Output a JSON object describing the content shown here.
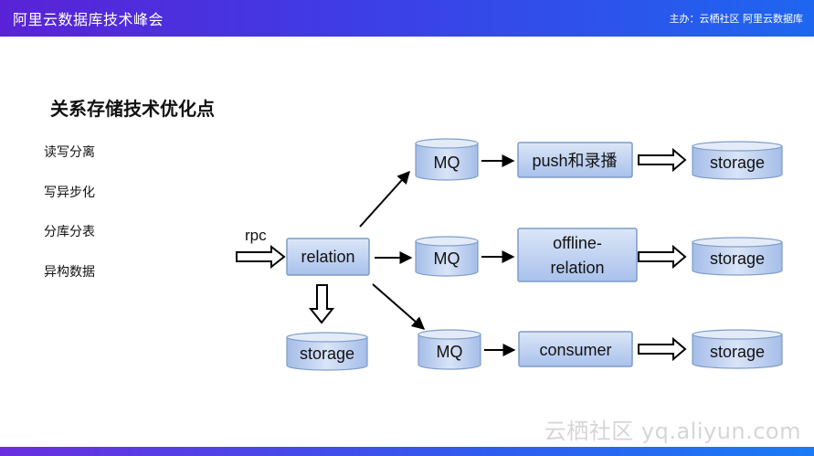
{
  "header": {
    "conference_title": "阿里云数据库技术峰会",
    "organizer": "主办：云栖社区 阿里云数据库"
  },
  "slide": {
    "title": "关系存储技术优化点",
    "bullets": [
      "读写分离",
      "写异步化",
      "分库分表",
      "异构数据"
    ]
  },
  "diagram": {
    "edge_labels": {
      "rpc": "rpc"
    },
    "nodes": {
      "relation": "relation",
      "storage_main": "storage",
      "mq_top": "MQ",
      "mq_mid": "MQ",
      "mq_bot": "MQ",
      "push": "push和录播",
      "offline_line1": "offline-",
      "offline_line2": "relation",
      "consumer": "consumer",
      "storage_top": "storage",
      "storage_mid": "storage",
      "storage_bot": "storage"
    }
  },
  "watermark": "云栖社区 yq.aliyun.com"
}
